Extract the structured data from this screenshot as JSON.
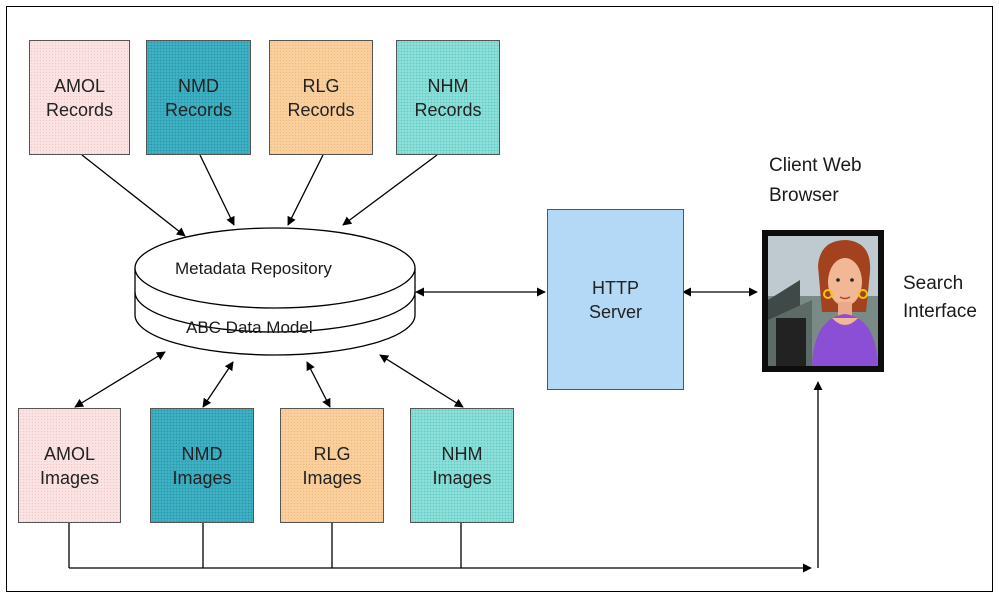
{
  "records": [
    {
      "line1": "AMOL",
      "line2": "Records",
      "color": "#fbe3e3"
    },
    {
      "line1": "NMD",
      "line2": "Records",
      "color": "#3fb1c4"
    },
    {
      "line1": "RLG",
      "line2": "Records",
      "color": "#f9cf9c"
    },
    {
      "line1": "NHM",
      "line2": "Records",
      "color": "#8ddfd9"
    }
  ],
  "images": [
    {
      "line1": "AMOL",
      "line2": "Images",
      "color": "#fbe3e3"
    },
    {
      "line1": "NMD",
      "line2": "Images",
      "color": "#3fb1c4"
    },
    {
      "line1": "RLG",
      "line2": "Images",
      "color": "#f9cf9c"
    },
    {
      "line1": "NHM",
      "line2": "Images",
      "color": "#8ddfd9"
    }
  ],
  "repository": {
    "top_label": "Metadata Repository",
    "bottom_label": "ABC Data Model"
  },
  "http_server": {
    "line1": "HTTP",
    "line2": "Server",
    "color": "#b3d9f7"
  },
  "client": {
    "line1": "Client Web",
    "line2": "Browser",
    "icon": "woman-at-computer-clipart"
  },
  "search_interface": {
    "line1": "Search",
    "line2": "Interface"
  }
}
